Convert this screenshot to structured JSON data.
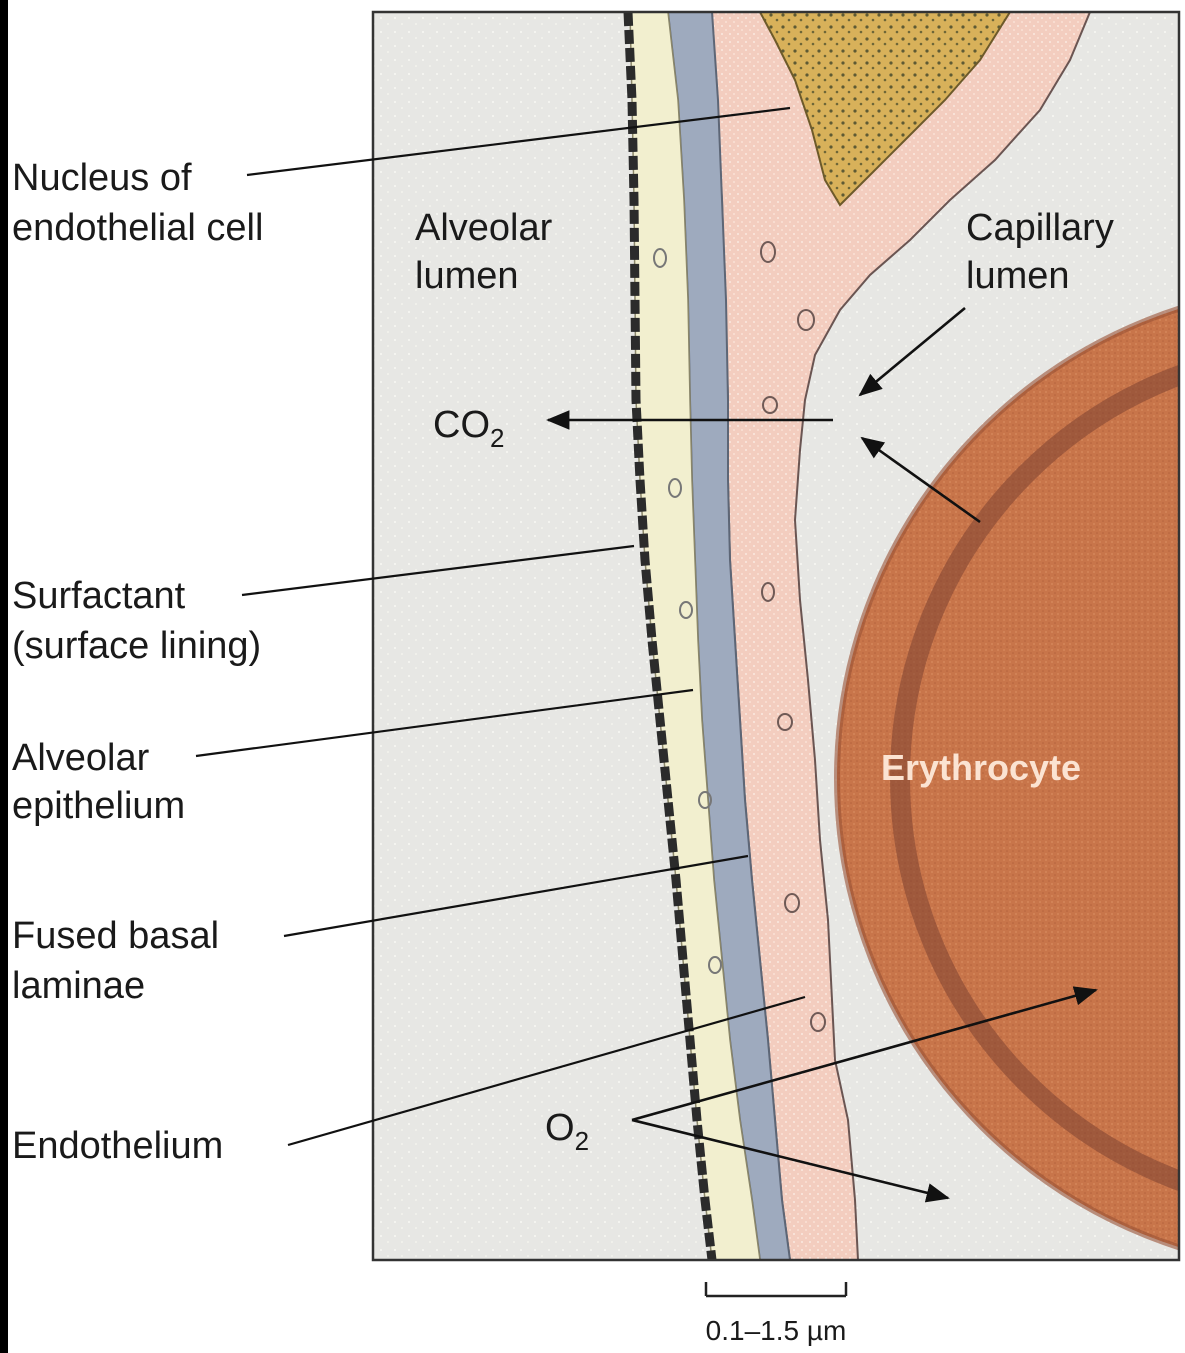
{
  "labels": {
    "nucleus_line1": "Nucleus of",
    "nucleus_line2": "endothelial cell",
    "surfactant_line1": "Surfactant",
    "surfactant_line2": "(surface lining)",
    "alv_epi_line1": "Alveolar",
    "alv_epi_line2": "epithelium",
    "basal_line1": "Fused basal",
    "basal_line2": "laminae",
    "endothelium": "Endothelium",
    "alv_lumen_line1": "Alveolar",
    "alv_lumen_line2": "lumen",
    "cap_lumen_line1": "Capillary",
    "cap_lumen_line2": "lumen",
    "co2": "CO",
    "co2_sub": "2",
    "o2": "O",
    "o2_sub": "2",
    "erythrocyte": "Erythrocyte",
    "scale": "0.1–1.5 µm"
  },
  "colors": {
    "background_lumen": "#e6e6e4",
    "surfactant": "#2b2b2b",
    "epithelium": "#f2efcf",
    "basal_laminae": "#9eaabd",
    "endothelium": "#f3cdbf",
    "nucleus": "#d9b25a",
    "erythrocyte": "#c8764b",
    "erythrocyte_rim": "#7a4030"
  }
}
